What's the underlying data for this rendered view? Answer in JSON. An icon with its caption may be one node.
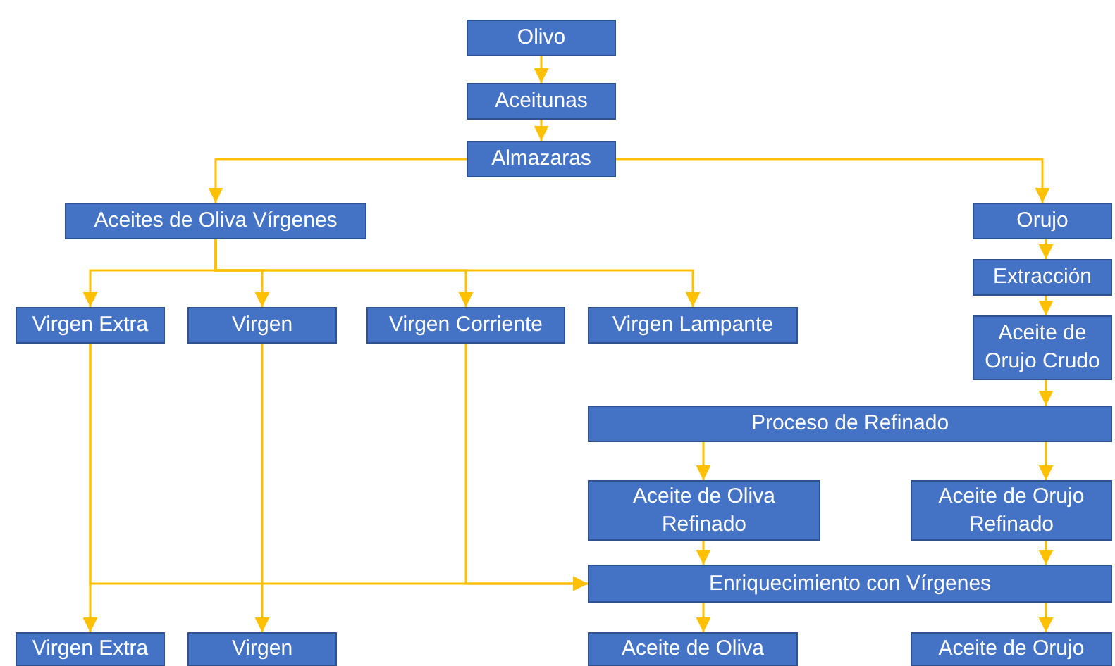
{
  "diagram": {
    "nodes": [
      {
        "text": [
          "Olivo"
        ]
      },
      {
        "text": [
          "Aceitunas"
        ]
      },
      {
        "text": [
          "Almazaras"
        ]
      },
      {
        "text": [
          "Aceites de Oliva Vírgenes"
        ]
      },
      {
        "text": [
          "Orujo"
        ]
      },
      {
        "text": [
          "Virgen Extra"
        ]
      },
      {
        "text": [
          "Virgen"
        ]
      },
      {
        "text": [
          "Virgen Corriente"
        ]
      },
      {
        "text": [
          "Virgen Lampante"
        ]
      },
      {
        "text": [
          "Extracción"
        ]
      },
      {
        "text": [
          "Aceite de Orujo Crudo"
        ]
      },
      {
        "text": [
          "Proceso de Refinado"
        ]
      },
      {
        "text": [
          "Aceite de Oliva Refinado"
        ]
      },
      {
        "text": [
          "Aceite de Orujo Refinado"
        ]
      },
      {
        "text": [
          "Enriquecimiento con Vírgenes"
        ]
      },
      {
        "text": [
          "Virgen Extra"
        ]
      },
      {
        "text": [
          "Virgen"
        ]
      },
      {
        "text": [
          "Aceite de Oliva"
        ]
      },
      {
        "text": [
          "Aceite de Orujo"
        ]
      }
    ],
    "edges": [
      {
        "from": 0,
        "to": 1,
        "arrow": "to"
      },
      {
        "from": 1,
        "to": 2,
        "arrow": "to"
      },
      {
        "from": 2,
        "to": 3,
        "arrow": "to"
      },
      {
        "from": 2,
        "to": 4,
        "arrow": "to"
      },
      {
        "from": 3,
        "to": 5,
        "arrow": "to"
      },
      {
        "from": 3,
        "to": 6,
        "arrow": "to"
      },
      {
        "from": 3,
        "to": 7,
        "arrow": "to"
      },
      {
        "from": 3,
        "to": 8,
        "arrow": "to"
      },
      {
        "from": 4,
        "to": 9,
        "arrow": "to"
      },
      {
        "from": 9,
        "to": 10,
        "arrow": "to"
      },
      {
        "from": 10,
        "to": 11,
        "arrow": "to"
      },
      {
        "from": 11,
        "to": 12,
        "arrow": "to"
      },
      {
        "from": 11,
        "to": 13,
        "arrow": "to"
      },
      {
        "from": 12,
        "to": 14,
        "arrow": "to"
      },
      {
        "from": 13,
        "to": 14,
        "arrow": "to"
      },
      {
        "from": 5,
        "to": 14,
        "arrow": "to"
      },
      {
        "from": 7,
        "to": 14,
        "arrow": "to"
      },
      {
        "from": 5,
        "to": 15,
        "arrow": "to"
      },
      {
        "from": 6,
        "to": 16,
        "arrow": "to"
      },
      {
        "from": 14,
        "to": 17,
        "arrow": "to"
      },
      {
        "from": 14,
        "to": 18,
        "arrow": "to"
      }
    ]
  }
}
